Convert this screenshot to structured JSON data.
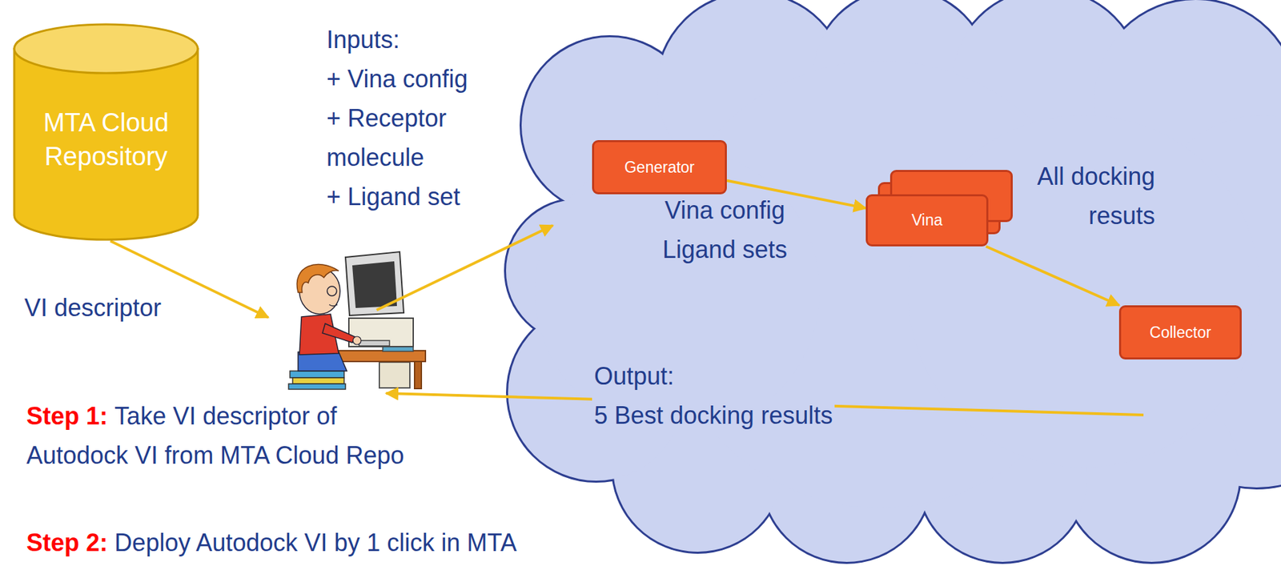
{
  "diagram": {
    "nodes": [
      {
        "text": [
          "MTA Cloud Repository"
        ]
      },
      {
        "text": [
          "Generator"
        ]
      },
      {
        "text": [
          "Vina"
        ]
      },
      {
        "text": [
          "Collector"
        ]
      }
    ],
    "edges": [
      {
        "from": 1,
        "to": 2,
        "arrow": "to"
      },
      {
        "from": 2,
        "to": 3,
        "arrow": "to"
      }
    ],
    "labels": [
      "Inputs:",
      "+ Vina config",
      "+ Receptor molecule",
      "+ Ligand set",
      "VI descriptor",
      "Vina config",
      "Ligand sets",
      "All docking resuts",
      "Output:",
      "5 Best docking results",
      "Step 1:",
      "Take VI descriptor of Autodock VI from MTA Cloud Repo",
      "Step 2:",
      "Deploy Autodock VI by 1 click in MTA"
    ]
  }
}
